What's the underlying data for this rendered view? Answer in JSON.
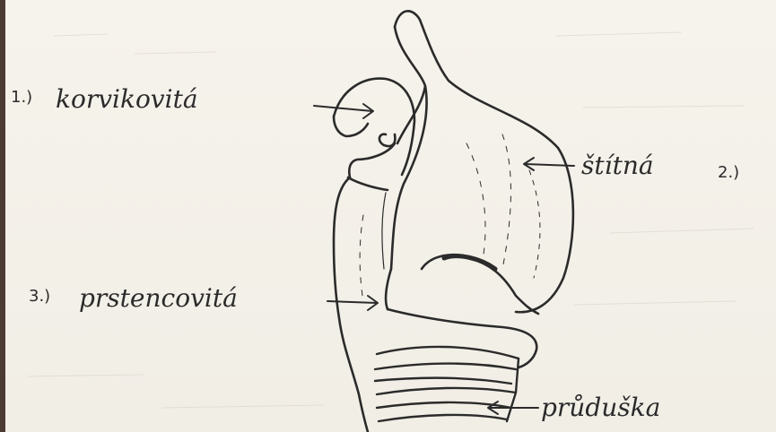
{
  "labels": {
    "korvikovita": {
      "number": "1.)",
      "text": "korvikovitá"
    },
    "stitna": {
      "text": "štítná",
      "number": "2.)"
    },
    "prstencovita": {
      "number": "3.)",
      "text": "prstencovitá"
    },
    "pruduska": {
      "text": "průduška"
    }
  },
  "colors": {
    "ink": "#2b2b2b",
    "paper": "#f4f1ea"
  }
}
